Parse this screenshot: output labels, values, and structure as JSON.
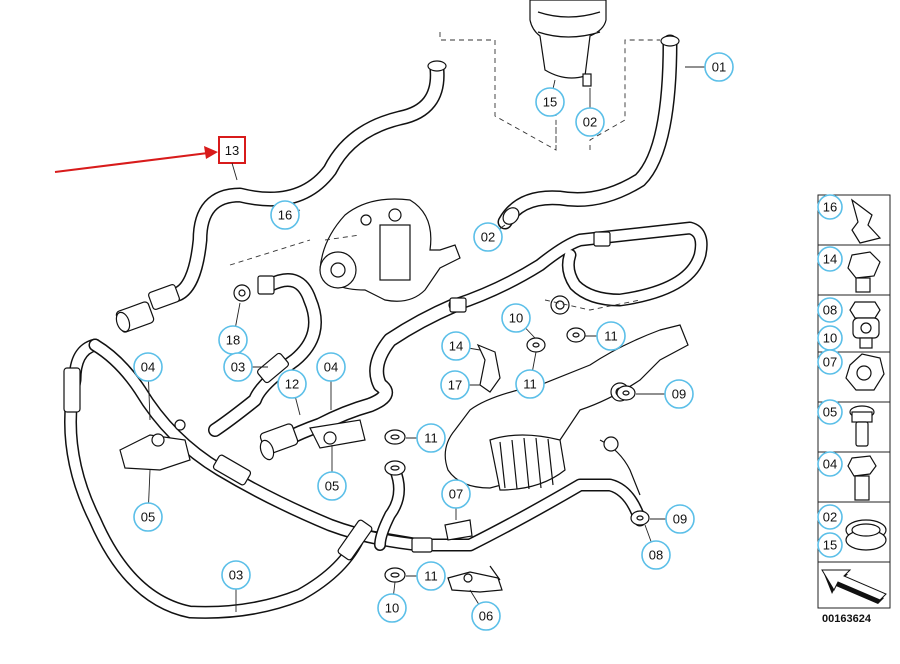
{
  "highlight_label": "13",
  "callouts": [
    {
      "label": "01"
    },
    {
      "label": "15"
    },
    {
      "label": "02"
    },
    {
      "label": "16"
    },
    {
      "label": "02"
    },
    {
      "label": "18"
    },
    {
      "label": "03"
    },
    {
      "label": "12"
    },
    {
      "label": "04"
    },
    {
      "label": "04"
    },
    {
      "label": "10"
    },
    {
      "label": "14"
    },
    {
      "label": "11"
    },
    {
      "label": "17"
    },
    {
      "label": "11"
    },
    {
      "label": "09"
    },
    {
      "label": "11"
    },
    {
      "label": "05"
    },
    {
      "label": "05"
    },
    {
      "label": "07"
    },
    {
      "label": "09"
    },
    {
      "label": "08"
    },
    {
      "label": "03"
    },
    {
      "label": "11"
    },
    {
      "label": "10"
    },
    {
      "label": "06"
    }
  ],
  "legend": [
    {
      "label": "16",
      "icon": "clip-icon"
    },
    {
      "label": "14",
      "icon": "hex-bolt-icon"
    },
    {
      "label": "08",
      "icon": "banjo-bolt-icon"
    },
    {
      "label": "10",
      "icon": ""
    },
    {
      "label": "07",
      "icon": "hex-nut-icon"
    },
    {
      "label": "05",
      "icon": "bolt-icon"
    },
    {
      "label": "04",
      "icon": "hex-bolt-long-icon"
    },
    {
      "label": "02",
      "icon": "hose-clamp-icon"
    },
    {
      "label": "15",
      "icon": ""
    }
  ],
  "document_number": "00163624",
  "colors": {
    "callout_ring": "#5bbfe8",
    "highlight": "#d81b1b",
    "line": "#111111"
  }
}
